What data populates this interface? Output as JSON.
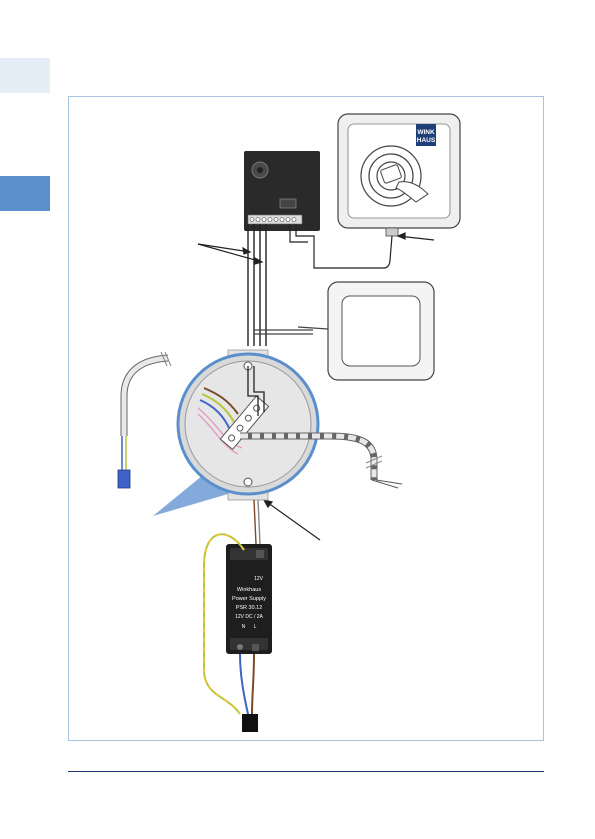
{
  "reader_logo": [
    "WINK",
    "HAUS"
  ],
  "power_supply": {
    "brand": "Winkhaus",
    "label": "Power Supply",
    "model": "PSR 30.12",
    "rating": "12V DC / 2A",
    "voltage": "12V",
    "terminals_bottom": "N      L"
  },
  "colors": {
    "accent": "#5b8fcb",
    "accent_light": "#e5edf6",
    "frame": "#a9c3e3",
    "rule": "#1e3f78",
    "wire_brown": "#7a4a2a",
    "wire_green_yellow": "#b6c53a",
    "wire_blue": "#3d63c8",
    "wire_pink": "#e39ac2"
  }
}
